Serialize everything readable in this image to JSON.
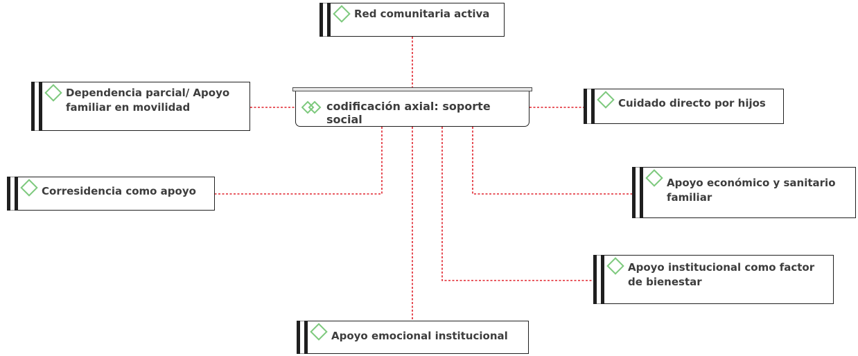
{
  "diagram": {
    "center": {
      "label": "codificación axial: soporte social"
    },
    "nodes": [
      {
        "id": "red-comunitaria",
        "label": "Red comunitaria activa"
      },
      {
        "id": "dependencia",
        "label": "Dependencia parcial/ Apoyo familiar en movilidad"
      },
      {
        "id": "cuidado-hijos",
        "label": "Cuidado directo por hijos"
      },
      {
        "id": "corresidencia",
        "label": "Corresidencia como apoyo"
      },
      {
        "id": "apoyo-economico",
        "label": "Apoyo económico y sanitario familiar"
      },
      {
        "id": "apoyo-institucional",
        "label": "Apoyo institucional como factor de bienestar"
      },
      {
        "id": "apoyo-emocional",
        "label": "Apoyo emocional institucional"
      }
    ],
    "colors": {
      "link": "#e0202a",
      "code_icon": "#7dc97d",
      "border": "#1f1f1f"
    },
    "icons": {
      "code": "diamond-icon",
      "center": "double-diamond-icon"
    }
  }
}
